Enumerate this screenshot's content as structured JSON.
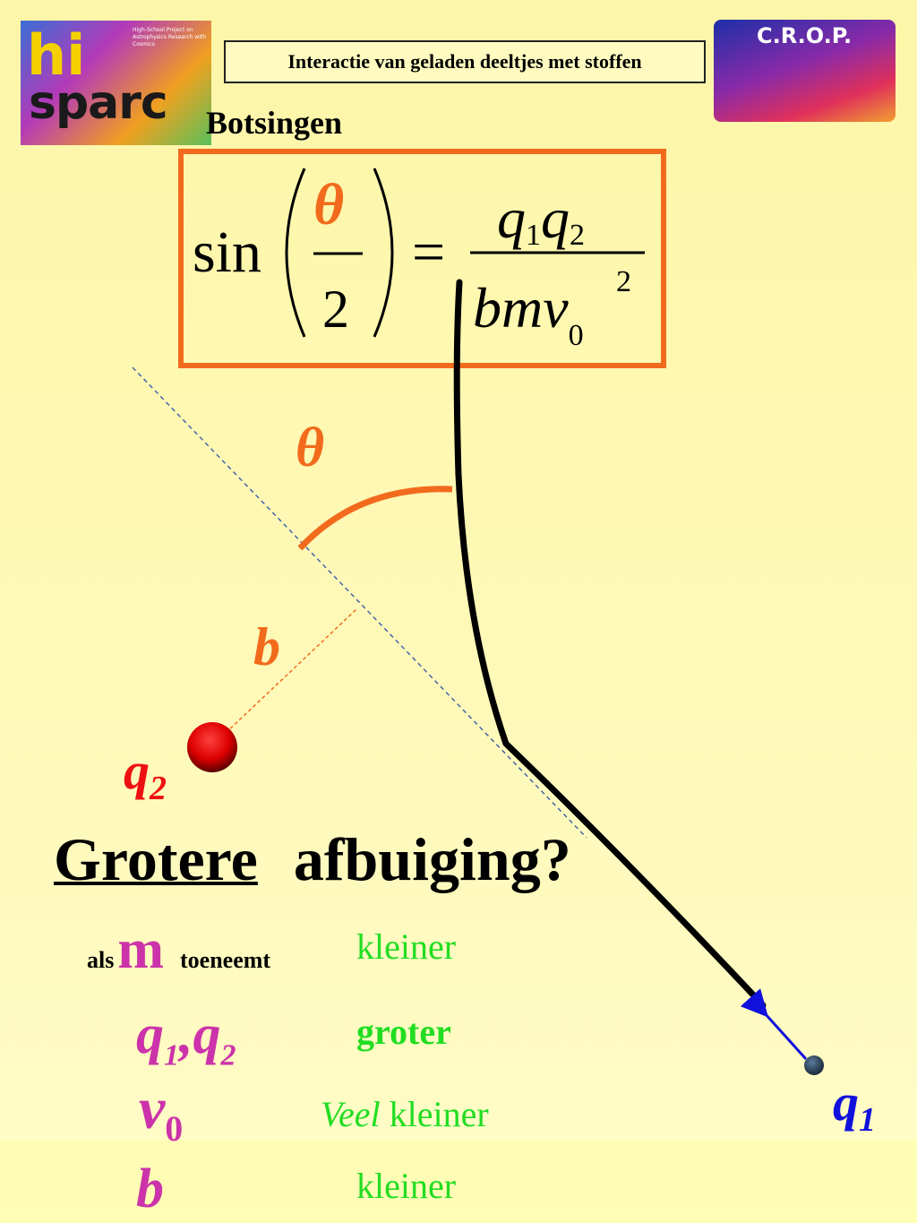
{
  "header": {
    "title": "Interactie van geladen deeltjes met stoffen",
    "section": "Botsingen"
  },
  "logos": {
    "left": {
      "main": "sparc",
      "top": "hi",
      "subtitle": "High-School Project on Astrophysics Research with Cosmics"
    },
    "right": {
      "name": "C.R.O.P."
    }
  },
  "formula": {
    "lhs_func": "sin",
    "theta": "θ",
    "denominator_lhs": "2",
    "equals": "=",
    "numerator": {
      "q": "q",
      "sub1": "1",
      "sub2": "2"
    },
    "denominator": {
      "b": "b",
      "m": "m",
      "v": "v",
      "sub0": "0",
      "sup2": "2"
    }
  },
  "diagram": {
    "theta_label": "θ",
    "b_label": "b",
    "q2_label": {
      "q": "q",
      "sub": "2"
    },
    "q1_label": {
      "q": "q",
      "sub": "1"
    },
    "colors": {
      "orange": "#f26b1d",
      "red": "#ee1111",
      "blue": "#1111dd",
      "trajectory": "#000000"
    }
  },
  "question": {
    "word1": "Grotere",
    "word2": "afbuiging?"
  },
  "rows": [
    {
      "prefix": "als",
      "symbol": "m",
      "suffix": "toeneemt",
      "answer": "kleiner"
    },
    {
      "symbol_a": "q",
      "sub_a": "1",
      "sep": ",",
      "symbol_b": "q",
      "sub_b": "2",
      "answer": "groter"
    },
    {
      "symbol": "v",
      "sub": "0",
      "answer_em": "Veel",
      "answer": "kleiner"
    },
    {
      "symbol": "b",
      "answer": "kleiner"
    }
  ]
}
